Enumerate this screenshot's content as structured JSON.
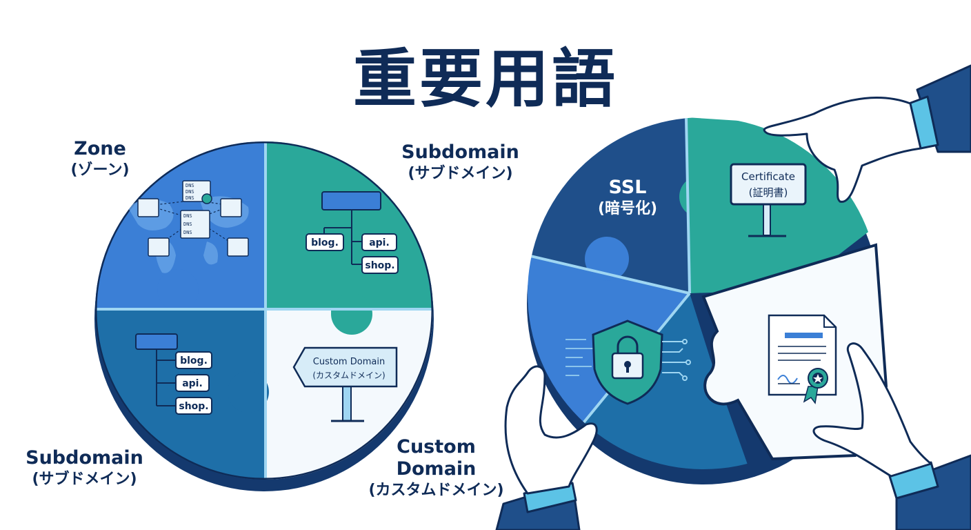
{
  "title": "重要用語",
  "left_puzzle": {
    "zone": {
      "name": "Zone",
      "ja": "(ゾーン)",
      "server_tags": [
        "DNS",
        "DNS",
        "DNS"
      ],
      "center_tags": [
        "DNS",
        "DNS",
        "DNS"
      ]
    },
    "subdomain_top": {
      "name": "Subdomain",
      "ja": "(サブドメイン)",
      "nodes": [
        "blog.",
        "api.",
        "shop."
      ]
    },
    "subdomain_bottom": {
      "name": "Subdomain",
      "ja": "(サブドメイン)",
      "nodes": [
        "blog.",
        "api.",
        "shop."
      ]
    },
    "custom_domain": {
      "name_line1": "Custom",
      "name_line2": "Domain",
      "ja": "(カスタムドメイン)",
      "sign_line1": "Custom Domain",
      "sign_line2": "(カスタムドメイン)"
    }
  },
  "right_puzzle": {
    "ssl": {
      "name": "SSL",
      "ja": "(暗号化)"
    },
    "certificate": {
      "sign_line1": "Certificate",
      "sign_line2": "(証明書)"
    }
  },
  "colors": {
    "navy": "#0f2b57",
    "blue": "#3b7fd6",
    "teal": "#2aa89a",
    "mid_blue": "#1e6fa8",
    "dark_blue": "#1f4f8a",
    "light": "#eaf4fb"
  }
}
